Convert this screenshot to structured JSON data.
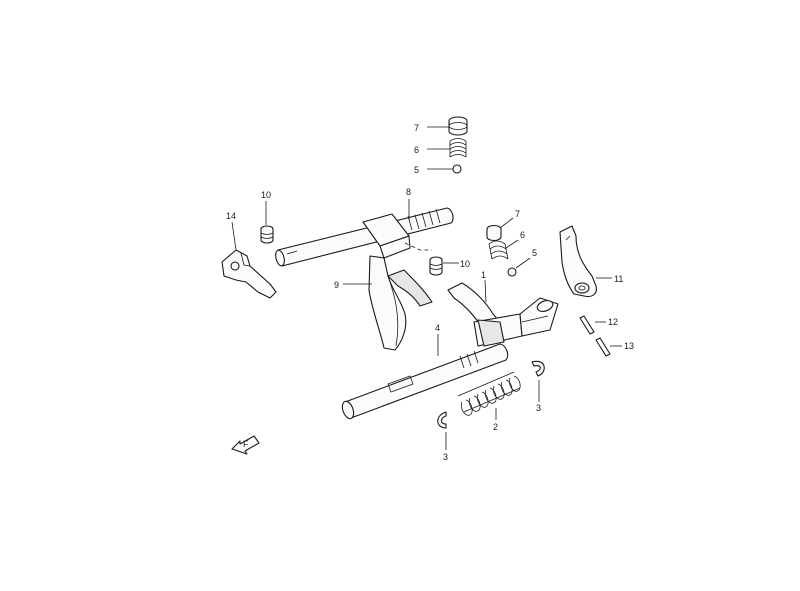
{
  "callouts": {
    "c1": "1",
    "c2": "2",
    "c3a": "3",
    "c3b": "3",
    "c4": "4",
    "c5a": "5",
    "c5b": "5",
    "c6a": "6",
    "c6b": "6",
    "c7a": "7",
    "c7b": "7",
    "c8": "8",
    "c9": "9",
    "c10a": "10",
    "c10b": "10",
    "c11": "11",
    "c12": "12",
    "c13": "13",
    "c14": "14"
  },
  "front_arrow": {
    "label": "F",
    "icon": "front-direction-arrow-icon"
  },
  "colors": {
    "line": "#1a1a1a",
    "part_fill": "#fbfbfa",
    "shade": "#e7e7e5",
    "background": "#ffffff"
  }
}
